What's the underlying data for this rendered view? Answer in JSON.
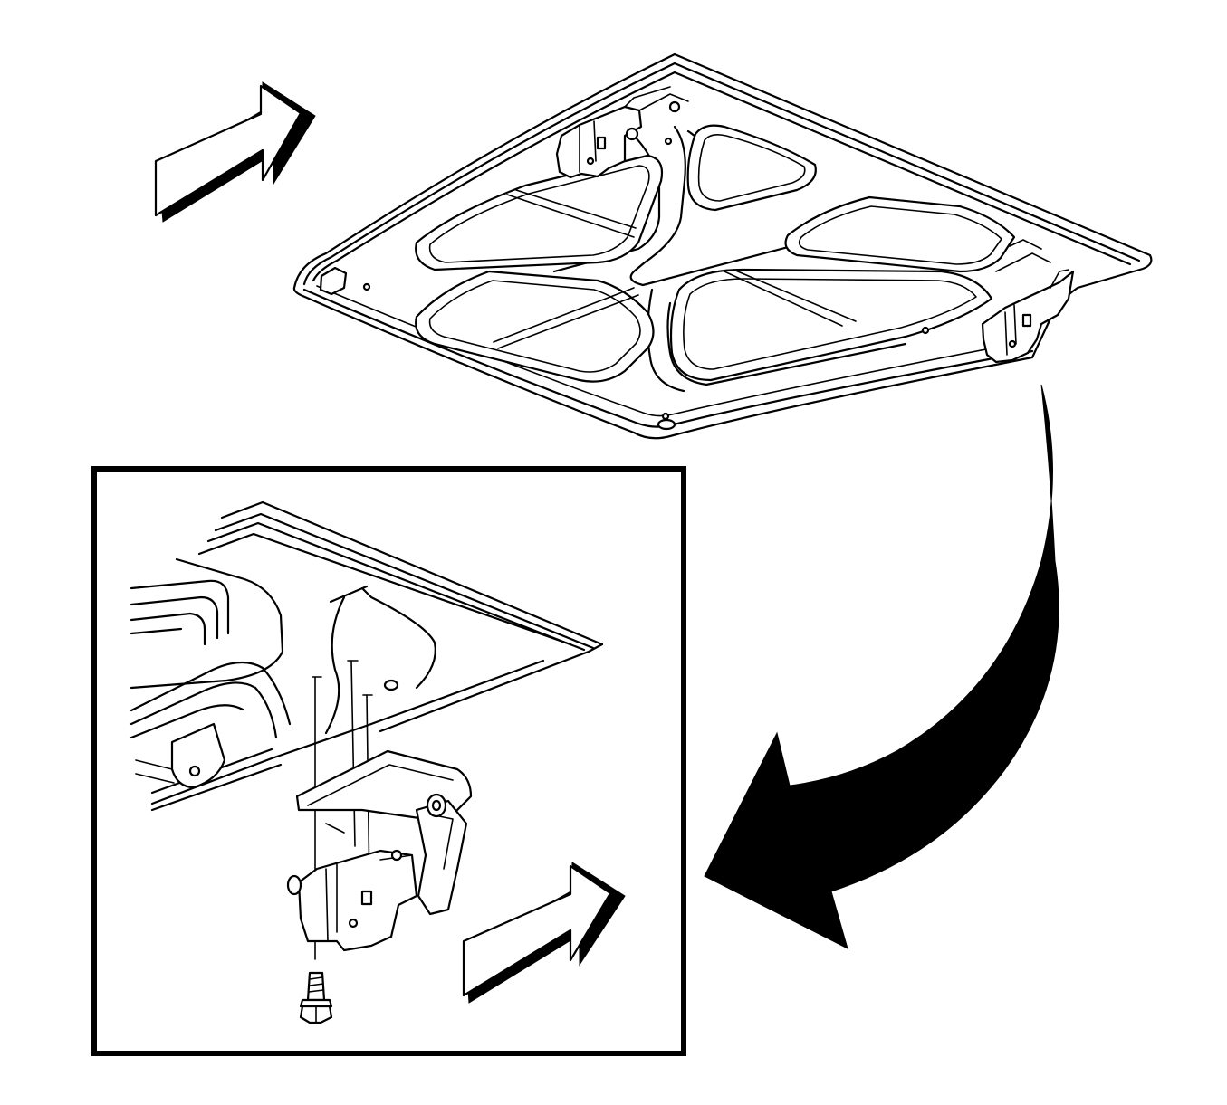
{
  "figure": {
    "background_color": "#ffffff",
    "line_color": "#000000",
    "components": {
      "main_view": "hood-panel-underside",
      "detail_view": "hood-hinge-mounting-detail",
      "callout": "detail-callout-arrow",
      "direction_markers": [
        "front-direction-arrow",
        "front-direction-arrow"
      ],
      "fastener": "hinge-bolt"
    }
  }
}
